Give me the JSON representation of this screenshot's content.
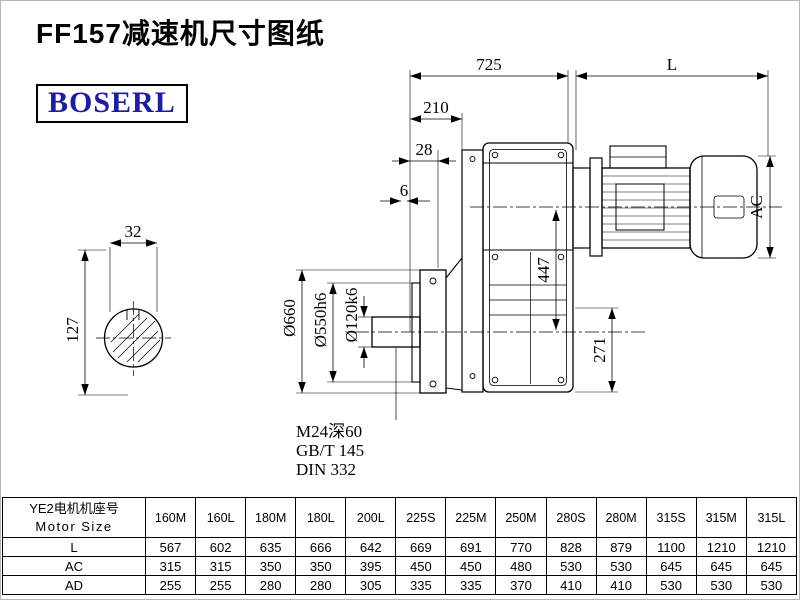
{
  "page": {
    "title": "FF157减速机尺寸图纸",
    "brand": "BOSERL"
  },
  "drawing": {
    "dims": {
      "total_length": "725",
      "motor_length": "L",
      "dim_210": "210",
      "dim_28": "28",
      "dim_6": "6",
      "motor_ac": "AC",
      "dim_447": "447",
      "dim_271": "271",
      "flange_dia": "Ø660",
      "spigot_dia": "Ø550h6",
      "shaft_dia": "Ø120k6",
      "dim_32": "32",
      "dim_127": "127"
    },
    "notes": [
      "M24深60",
      "GB/T 145",
      "DIN 332"
    ]
  },
  "table": {
    "header_cn": "YE2电机机座号",
    "header_en": "Motor Size",
    "columns": [
      "160M",
      "160L",
      "180M",
      "180L",
      "200L",
      "225S",
      "225M",
      "250M",
      "280S",
      "280M",
      "315S",
      "315M",
      "315L"
    ],
    "rows": [
      {
        "label": "L",
        "values": [
          "567",
          "602",
          "635",
          "666",
          "642",
          "669",
          "691",
          "770",
          "828",
          "879",
          "1100",
          "1210",
          "1210"
        ]
      },
      {
        "label": "AC",
        "values": [
          "315",
          "315",
          "350",
          "350",
          "395",
          "450",
          "450",
          "480",
          "530",
          "530",
          "645",
          "645",
          "645"
        ]
      },
      {
        "label": "AD",
        "values": [
          "255",
          "255",
          "280",
          "280",
          "305",
          "335",
          "335",
          "370",
          "410",
          "410",
          "530",
          "530",
          "530"
        ]
      }
    ]
  }
}
